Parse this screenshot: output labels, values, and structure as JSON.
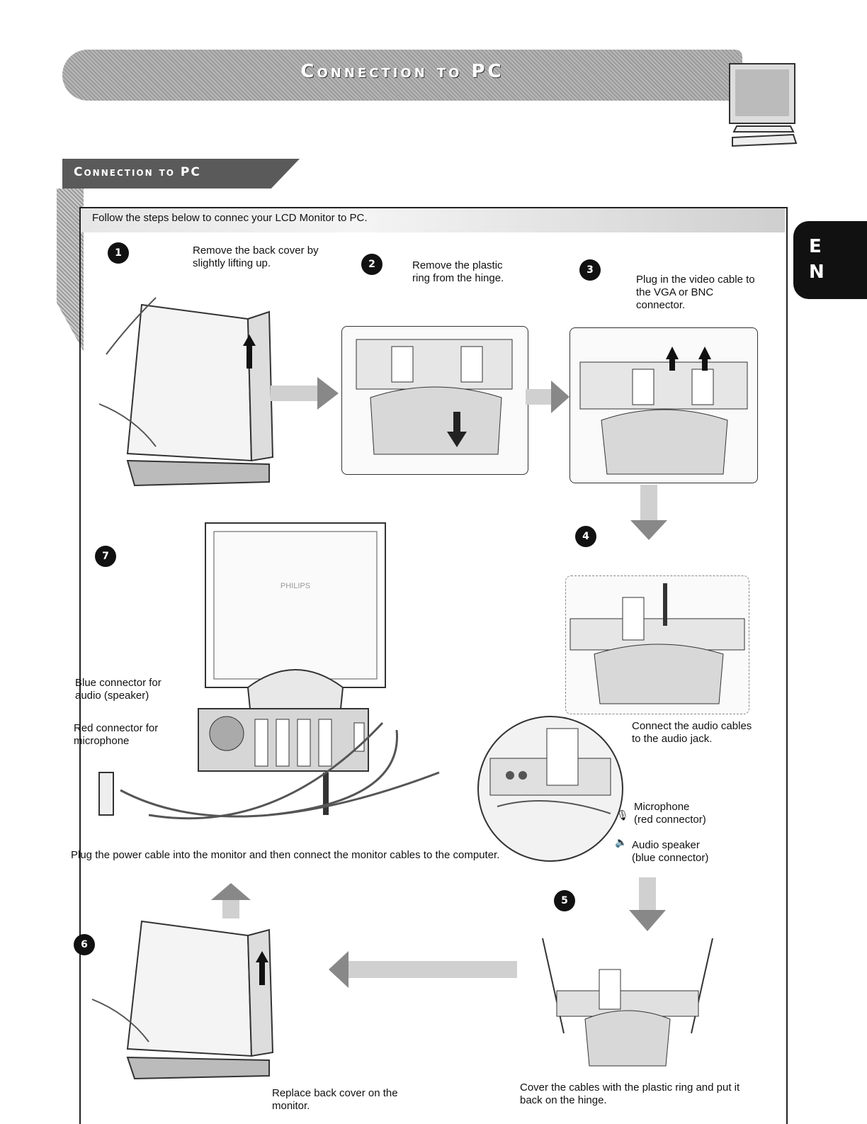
{
  "header": {
    "title": "Connection to PC"
  },
  "section": {
    "title": "Connection to PC"
  },
  "intro": "Follow the steps below to connec your LCD Monitor to PC.",
  "edge_tab": {
    "letters": [
      "E",
      "N"
    ]
  },
  "steps": [
    {
      "number": "1",
      "text": "Remove the back cover by slightly lifting up."
    },
    {
      "number": "2",
      "text": "Remove the plastic ring from the hinge."
    },
    {
      "number": "3",
      "text": "Plug in the video cable to the VGA or BNC connector."
    },
    {
      "number": "4",
      "text": "Connect the audio cables to the audio jack."
    },
    {
      "number": "5",
      "text": "Cover the cables with the plastic ring and put it back on the hinge."
    },
    {
      "number": "6",
      "text": "Replace back cover on the monitor."
    },
    {
      "number": "7",
      "text": "Plug the power cable into the monitor and then connect the monitor cables to the computer."
    }
  ],
  "labels": {
    "blue_connector": "Blue connector for audio (speaker)",
    "red_connector": "Red connector for microphone",
    "microphone": "Microphone",
    "microphone_sub": "(red connector)",
    "speaker": "Audio speaker",
    "speaker_sub": "(blue connector)",
    "brand": "PHILIPS"
  }
}
